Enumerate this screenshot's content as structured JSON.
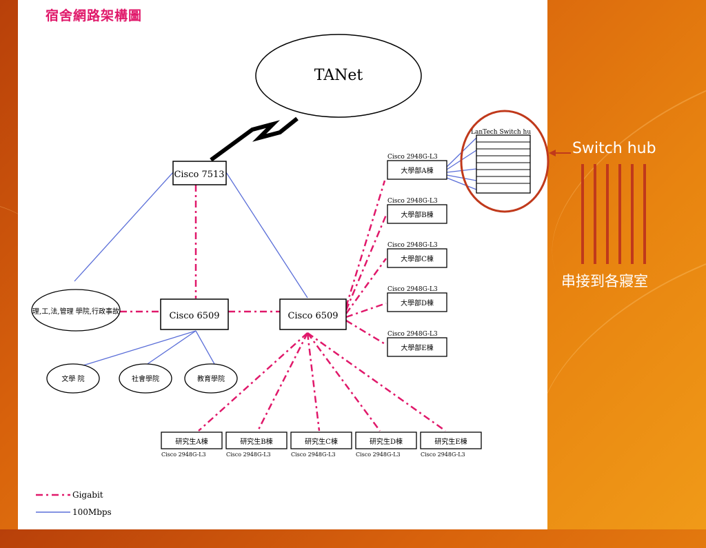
{
  "slide": {
    "title": "宿舍網路架構圖",
    "switch_hub_label": "Switch hub",
    "rooms_label": "串接到各寢室"
  },
  "colors": {
    "gigabit": "#e0186a",
    "mbps100": "#5a6ed8",
    "callout": "#c0391b",
    "background": "#e07c12"
  },
  "diagram": {
    "tanet": "TANet",
    "core_router": "Cisco 7513",
    "switch_left": "Cisco 6509",
    "switch_right": "Cisco 6509",
    "college_group": "理,工,法,管理 學院,行政事故",
    "college_liberal": "文學 院",
    "college_social": "社會學院",
    "college_edu": "教育學院",
    "lantech_label": "LanTech Switch hu",
    "undergrad_model": "Cisco 2948G-L3",
    "undergrad": [
      "大學部A棟",
      "大學部B棟",
      "大學部C棟",
      "大學部D棟",
      "大學部E棟"
    ],
    "grad_model": "Cisco 2948G-L3",
    "grad": [
      "研究生A棟",
      "研究生B棟",
      "研究生C棟",
      "研究生D棟",
      "研究生E棟"
    ],
    "legend_gigabit": "Gigabit",
    "legend_100mbps": "100Mbps"
  }
}
